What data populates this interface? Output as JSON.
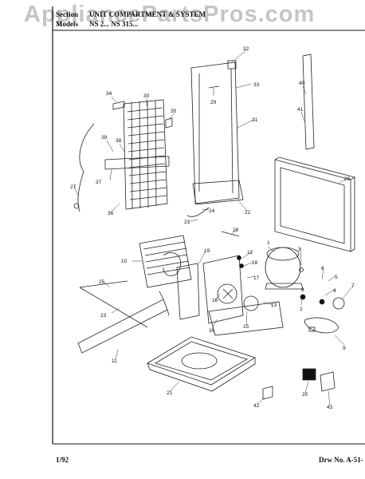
{
  "watermark": "AppliancePartsPros.com",
  "header": {
    "section_label": "Section",
    "section_title": "UNIT COMPARTMENT & SYSTEM",
    "models_label": "Models",
    "models_value": "NS 2...  NS 315..."
  },
  "footer": {
    "date": "1/92",
    "drawing_no": "Drw No. A-51-"
  },
  "callouts": [
    "1",
    "2",
    "3",
    "4",
    "5",
    "6",
    "7",
    "8",
    "9",
    "10",
    "11",
    "12",
    "13",
    "14",
    "15",
    "16",
    "17",
    "18",
    "19",
    "20",
    "21",
    "22",
    "23",
    "24",
    "25",
    "26",
    "27",
    "28",
    "29",
    "30",
    "31",
    "32",
    "33",
    "34",
    "35",
    "36",
    "37",
    "38",
    "39",
    "40",
    "41",
    "42",
    "43"
  ]
}
